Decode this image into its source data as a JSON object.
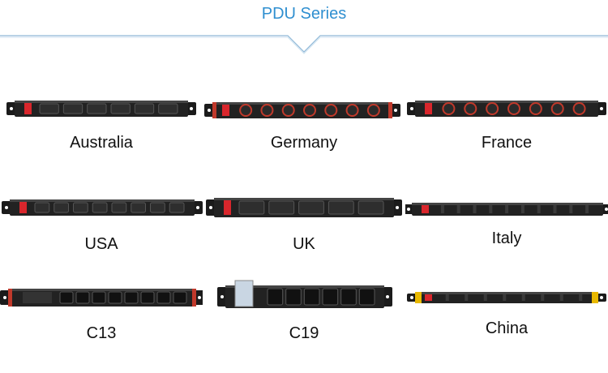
{
  "page": {
    "title": "PDU Series",
    "accent": "#2f8fd0"
  },
  "items": [
    {
      "label": "Australia",
      "type": "australia",
      "outlets": 6
    },
    {
      "label": "Germany",
      "type": "germany",
      "outlets": 7
    },
    {
      "label": "France",
      "type": "france",
      "outlets": 7
    },
    {
      "label": "USA",
      "type": "usa",
      "outlets": 8
    },
    {
      "label": "UK",
      "type": "uk",
      "outlets": 5
    },
    {
      "label": "Italy",
      "type": "italy",
      "outlets": 10
    },
    {
      "label": "C13",
      "type": "c13",
      "outlets": 8
    },
    {
      "label": "C19",
      "type": "c19",
      "outlets": 6
    },
    {
      "label": "China",
      "type": "china",
      "outlets": 8
    }
  ]
}
